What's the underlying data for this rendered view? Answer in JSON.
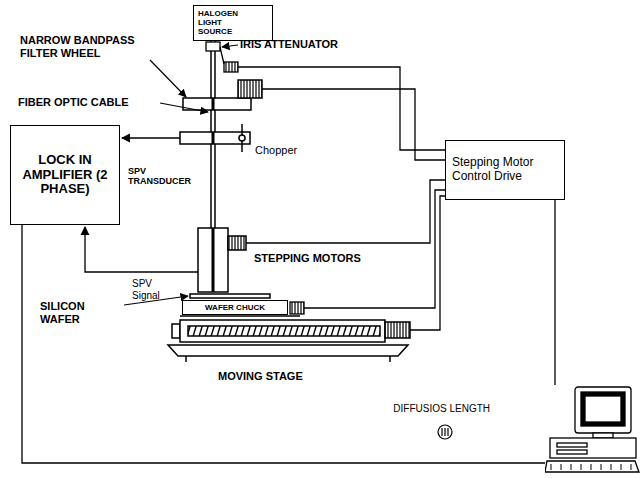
{
  "diagram": {
    "nodes": [
      {
        "text": [
          "HALOGEN LIGHT SOURCE"
        ]
      },
      {
        "text": [
          "LOCK IN AMPLIFIER (2 PHASE)"
        ]
      },
      {
        "text": [
          "Stepping Motor Control Drive"
        ]
      },
      {
        "text": [
          "WAFER CHUCK"
        ]
      },
      {
        "text": [
          "DIFFUSIOS LENGTH"
        ]
      }
    ],
    "edges": [
      {
        "from": 1,
        "to": 4,
        "arrow": "none"
      },
      {
        "from": 2,
        "to": 4,
        "arrow": "none"
      }
    ],
    "labels": [
      "IRIS ATTENUATOR",
      "NARROW BANDPASS FILTER WHEEL",
      "FIBER OPTIC CABLE",
      "Chopper",
      "SPV TRANSDUCER",
      "SPV Signal",
      "STEPPING MOTORS",
      "SILICON WAFER",
      "MOVING STAGE"
    ]
  }
}
